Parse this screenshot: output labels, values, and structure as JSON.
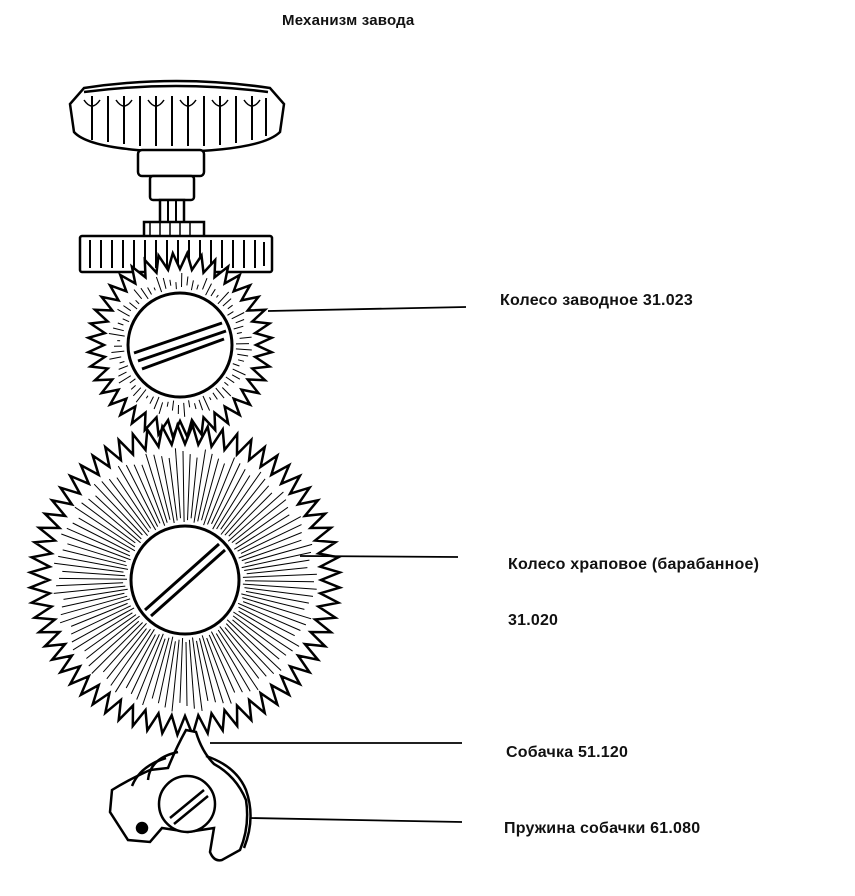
{
  "title": "Механизм завода",
  "labels": {
    "winding_wheel": "Колесо заводное 31.023",
    "ratchet_wheel": "Колесо храповое (барабанное)",
    "ratchet_wheel_number": "31.020",
    "click": "Собачка 51.120",
    "click_spring": "Пружина собачки 61.080"
  }
}
